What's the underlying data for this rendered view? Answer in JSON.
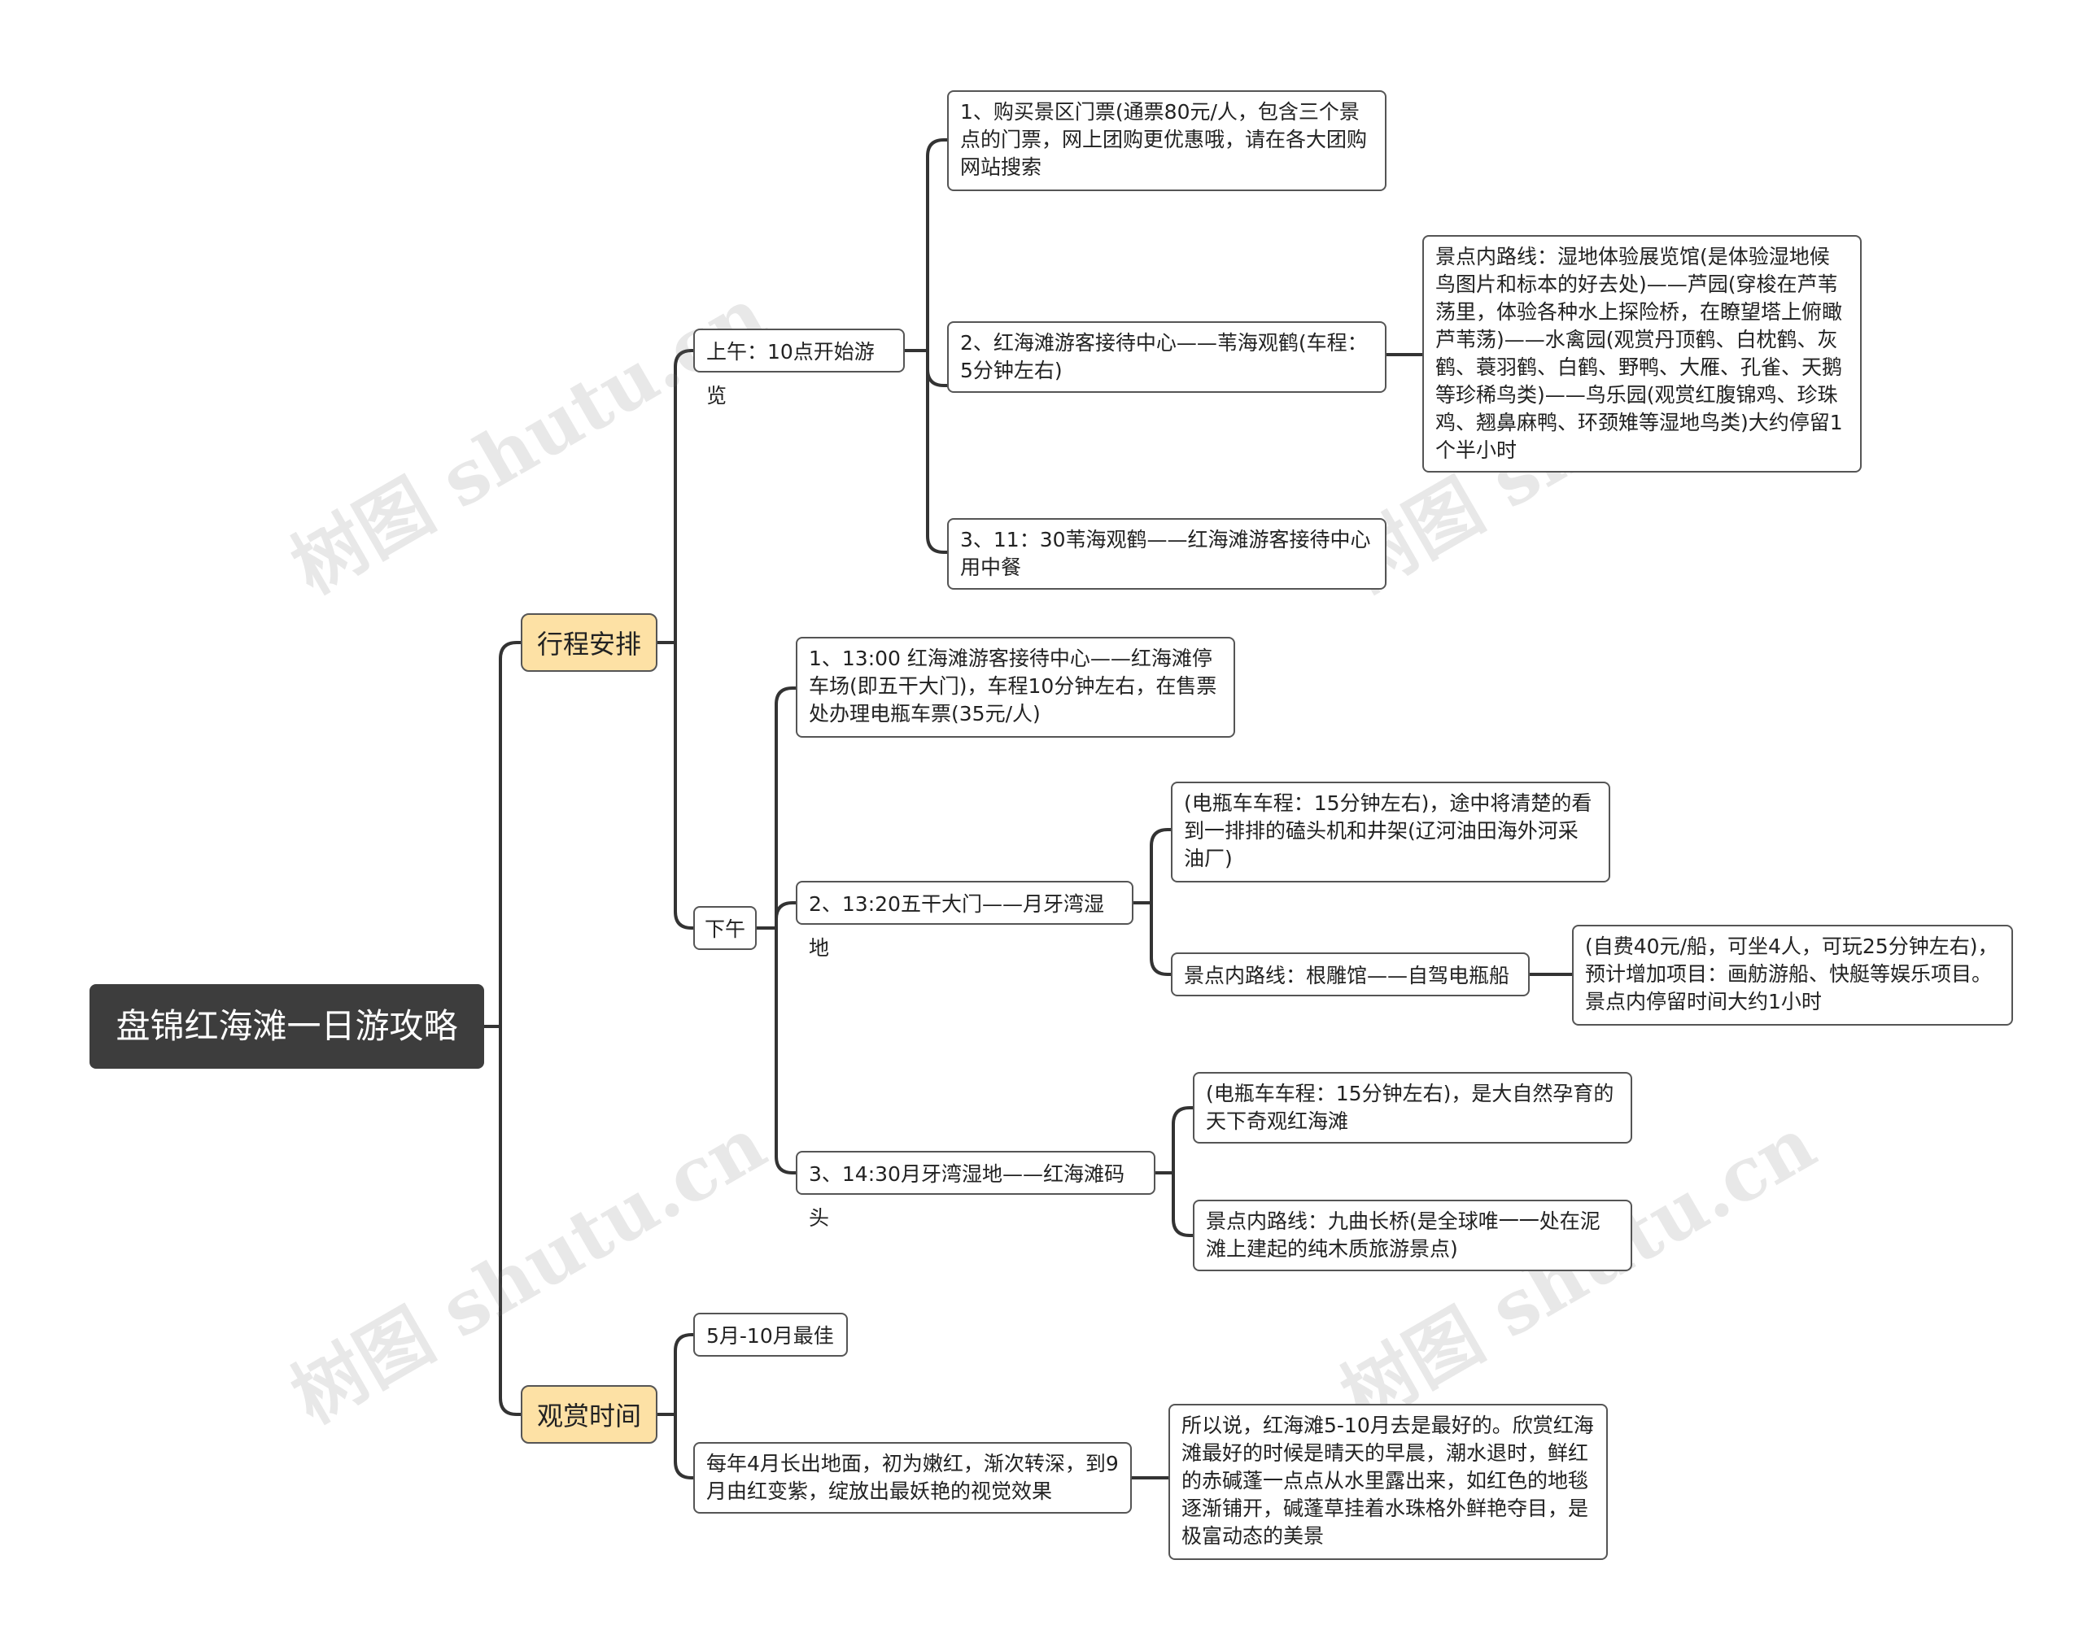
{
  "root": {
    "label": "盘锦红海滩一日游攻略"
  },
  "branches": {
    "itinerary": {
      "label": "行程安排",
      "morning": {
        "label": "上午：10点开始游览",
        "item1": "1、购买景区门票(通票80元/人，包含三个景点的门票，网上团购更优惠哦，请在各大团购网站搜索",
        "item2": "2、红海滩游客接待中心——苇海观鹤(车程：5分钟左右)",
        "item2_detail": "景点内路线：湿地体验展览馆(是体验湿地候鸟图片和标本的好去处)——芦园(穿梭在芦苇荡里，体验各种水上探险桥，在瞭望塔上俯瞰芦苇荡)——水禽园(观赏丹顶鹤、白枕鹤、灰鹤、蓑羽鹤、白鹤、野鸭、大雁、孔雀、天鹅等珍稀鸟类)——鸟乐园(观赏红腹锦鸡、珍珠鸡、翘鼻麻鸭、环颈雉等湿地鸟类)大约停留1个半小时",
        "item3": "3、11：30苇海观鹤——红海滩游客接待中心用中餐"
      },
      "afternoon": {
        "label": "下午",
        "item1": "1、13:00 红海滩游客接待中心——红海滩停车场(即五干大门)，车程10分钟左右，在售票处办理电瓶车票(35元/人)",
        "item2": "2、13:20五干大门——月牙湾湿地",
        "item2_detail_a": "(电瓶车车程：15分钟左右)，途中将清楚的看到一排排的磕头机和井架(辽河油田海外河采油厂)",
        "item2_detail_b": "景点内路线：根雕馆——自驾电瓶船",
        "item2_detail_b_sub": "(自费40元/船，可坐4人，可玩25分钟左右)，预计增加项目：画舫游船、快艇等娱乐项目。景点内停留时间大约1小时",
        "item3": "3、14:30月牙湾湿地——红海滩码头",
        "item3_detail_a": "(电瓶车车程：15分钟左右)，是大自然孕育的天下奇观红海滩",
        "item3_detail_b": "景点内路线：九曲长桥(是全球唯一一处在泥滩上建起的纯木质旅游景点)"
      }
    },
    "viewing": {
      "label": "观赏时间",
      "item1": "5月-10月最佳",
      "item2": "每年4月长出地面，初为嫩红，渐次转深，到9月由红变紫，绽放出最妖艳的视觉效果",
      "item2_detail": "所以说，红海滩5-10月去是最好的。欣赏红海滩最好的时候是晴天的早晨，潮水退时，鲜红的赤碱蓬一点点从水里露出来，如红色的地毯逐渐铺开，碱蓬草挂着水珠格外鲜艳夺目，是极富动态的美景"
    }
  },
  "watermark": "树图 shutu.cn",
  "colors": {
    "root_bg": "#3d3d3d",
    "level1_bg": "#fde1a5",
    "line": "#333333",
    "border": "#555555"
  }
}
